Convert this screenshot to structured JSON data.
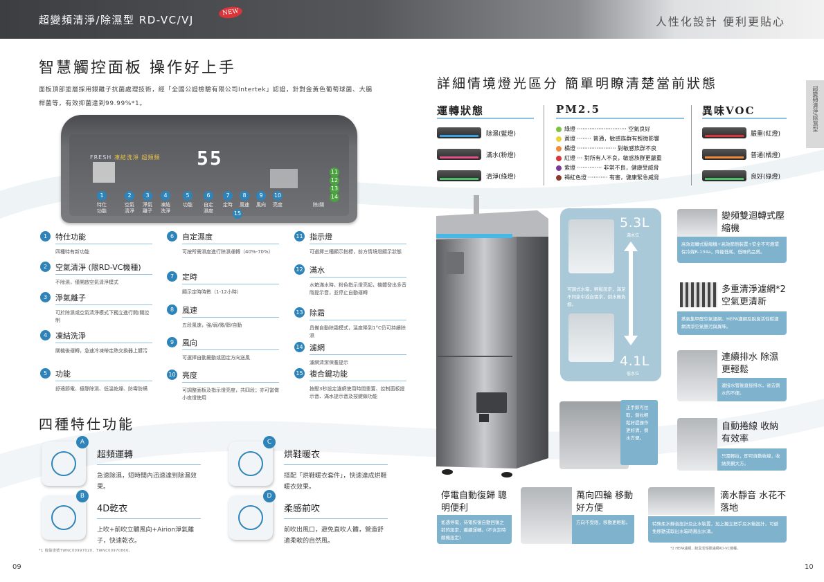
{
  "header": {
    "title": "超變頻清淨/除濕型 RD-VC/VJ",
    "badge": "NEW",
    "slogan": "人性化設計 便利更貼心"
  },
  "side_tab": "超變頻清淨/除濕型",
  "left": {
    "heading": "智慧觸控面板 操作好上手",
    "intro": "面板頂部塗層採用銀離子抗菌處理技術，經「全國公證檢驗有限公司Intertek」認證，針對金黃色葡萄球菌、大腸桿菌等，有效抑菌達到99.99%*1。",
    "panel": {
      "brand": "FRESH",
      "brand_sub": "凍結洗淨 超頻頻",
      "display": "55",
      "buttons": [
        {
          "num": "1",
          "label": "特仕\n功能"
        },
        {
          "num": "2",
          "label": "空氣\n清淨"
        },
        {
          "num": "3",
          "label": "淨氣\n離子"
        },
        {
          "num": "4",
          "label": "凍結\n洗淨"
        },
        {
          "num": "5",
          "label": "功能"
        },
        {
          "num": "6",
          "label": "自定\n濕度"
        },
        {
          "num": "7",
          "label": "定時"
        },
        {
          "num": "8",
          "label": "風速"
        },
        {
          "num": "9",
          "label": "風向"
        },
        {
          "num": "10",
          "label": "亮度"
        },
        {
          "num": "15",
          "label": "除/關"
        }
      ],
      "side_nums": [
        "11",
        "12",
        "13",
        "14"
      ]
    },
    "features": [
      {
        "num": "1",
        "title": "特仕功能",
        "desc": "四種特有新功能"
      },
      {
        "num": "2",
        "title": "空氣清淨 (限RD-VC機種)",
        "desc": "不除濕，僅開啟空氣清淨模式"
      },
      {
        "num": "3",
        "title": "淨氣離子",
        "desc": "可於除濕或空氣清淨模式下獨立進行開/關控制"
      },
      {
        "num": "4",
        "title": "凍結洗淨",
        "desc": "關機後運轉，急速冷凍帶走熱交換器上髒污"
      },
      {
        "num": "5",
        "title": "功能",
        "desc": "舒適節電、極靜除濕、低溫乾燥、防霉防螨"
      },
      {
        "num": "6",
        "title": "自定濕度",
        "desc": "可按所需濕度進行除濕運轉（40%-70%）"
      },
      {
        "num": "7",
        "title": "定時",
        "desc": "顯示定時時數（1-12小時）"
      },
      {
        "num": "8",
        "title": "風速",
        "desc": "五段風速，強/弱/微/靜/自動"
      },
      {
        "num": "9",
        "title": "風向",
        "desc": "可選擇自動擺動或固定方向送風"
      },
      {
        "num": "10",
        "title": "亮度",
        "desc": "可調整面板及指示燈亮度，共四段；亦可當做小夜燈使用"
      },
      {
        "num": "11",
        "title": "指示燈",
        "desc": "可選擇三種顯示指標，前方情境燈顯示狀態"
      },
      {
        "num": "12",
        "title": "滿水",
        "desc": "水箱滿水時，粉色指示燈亮起，機體發出多音階提示音，並停止自動運轉"
      },
      {
        "num": "13",
        "title": "除霜",
        "desc": "具備自動除霜模式，溫度降到1°C仍可持續除濕"
      },
      {
        "num": "14",
        "title": "濾網",
        "desc": "濾網清潔保養提示"
      },
      {
        "num": "15",
        "title": "複合鍵功能",
        "desc": "按壓3秒設定濾網使用時間重置、控制面板提示音、滿水提示音及按鍵鎖功能"
      }
    ],
    "heading2": "四種特仕功能",
    "four": [
      {
        "badge": "A",
        "title": "超頻運轉",
        "desc": "急速除濕，短時間內迅速達到除濕效果。"
      },
      {
        "badge": "B",
        "title": "4D乾衣",
        "desc": "上吹+前吹立體風向+Airion淨氣離子，快速乾衣。"
      },
      {
        "badge": "C",
        "title": "烘鞋暖衣",
        "desc": "搭配「烘鞋暖衣套件」，快速達成烘鞋暖衣效果。"
      },
      {
        "badge": "D",
        "title": "柔感前吹",
        "desc": "前吹出風口，避免直吹人體，營造舒適柔軟的自然風。"
      }
    ],
    "footnote": "*1 檢驗證號TWNC00997020、TWNC00970866。",
    "page": "09"
  },
  "right": {
    "heading": "詳細情境燈光區分 簡單明瞭清楚當前狀態",
    "status": {
      "title": "運轉狀態",
      "items": [
        {
          "label": "除濕(藍燈)",
          "color": "#3aa0e0"
        },
        {
          "label": "滿水(粉燈)",
          "color": "#e0508a"
        },
        {
          "label": "清淨(綠燈)",
          "color": "#4bbf6b"
        }
      ]
    },
    "pm25": {
      "title": "PM2.5",
      "items": [
        {
          "color": "#7fc241",
          "text": "綠燈 ···························· 空氣良好"
        },
        {
          "color": "#e9d33a",
          "text": "黃燈 ········ 普通，敏感族群有輕微影響"
        },
        {
          "color": "#ef8b3a",
          "text": "橘燈 ······················ 對敏感族群不良"
        },
        {
          "color": "#d7363a",
          "text": "紅燈 ··· 對所有人不良，敏感族群更嚴重"
        },
        {
          "color": "#7a3a9a",
          "text": "紫燈 ·············· 非常不良，健康受威脅"
        },
        {
          "color": "#8a3a2a",
          "text": "褐紅色燈 ··········· 有害，健康緊急威脅"
        }
      ]
    },
    "voc": {
      "title": "異味VOC",
      "items": [
        {
          "label": "嚴重(紅燈)",
          "color": "#d7363a"
        },
        {
          "label": "普通(橘燈)",
          "color": "#ef8b3a"
        },
        {
          "label": "良好(綠燈)",
          "color": "#4bbf6b"
        }
      ]
    },
    "tank": {
      "cap_top": "5.3L",
      "cap_top_sub": "滿水位",
      "cap_bottom": "4.1L",
      "cap_bottom_sub": "低水位",
      "desc": "可調式水箱，輕鬆設定，滿足不同家中或自需求，倒水無負擔。"
    },
    "drawer_note": "正手即可拉取，倒拉輕鬆好提操作更好清，倒水方便。",
    "features": [
      {
        "title": "變頻雙迴轉式壓縮機",
        "desc": "高效迴轉式壓縮機+高效節熱裝置+安全不可燃環保冷媒R-134a，降能低耗、低噪的品質。"
      },
      {
        "title": "多重清淨濾網*2 空氣更清新",
        "desc": "蒸氣集甲醛空氣濾網、HEPA濾網及脫臭活性碳濾網清淨空氣懸污與異味。"
      },
      {
        "title": "連續排水 除濕更輕鬆",
        "desc": "連接水管後直接排水，省去倒水的不便。"
      },
      {
        "title": "自動捲線 收納有效率",
        "desc": "只需輕拉，即可自動收線，收納美觀大方。"
      },
      {
        "title": "停電自動復歸 聰明便利",
        "desc": "如遇停電，待電恢復自動回復之前的設定，繼續運轉。(不含定時關機設定)"
      },
      {
        "title": "萬向四輪 移動好方便",
        "desc": "方向不受限，移動更輕鬆。"
      },
      {
        "title": "滴水靜音 水花不落地",
        "desc": "特殊柔水靜音設計及止水裝置，加上獨立把手及水箱設計，可避免移動或取出水箱時濺出水滴。"
      }
    ],
    "footnote": "*2 HEPA濾網、脫臭活性碳濾網RD-VC機種。",
    "page": "10"
  }
}
